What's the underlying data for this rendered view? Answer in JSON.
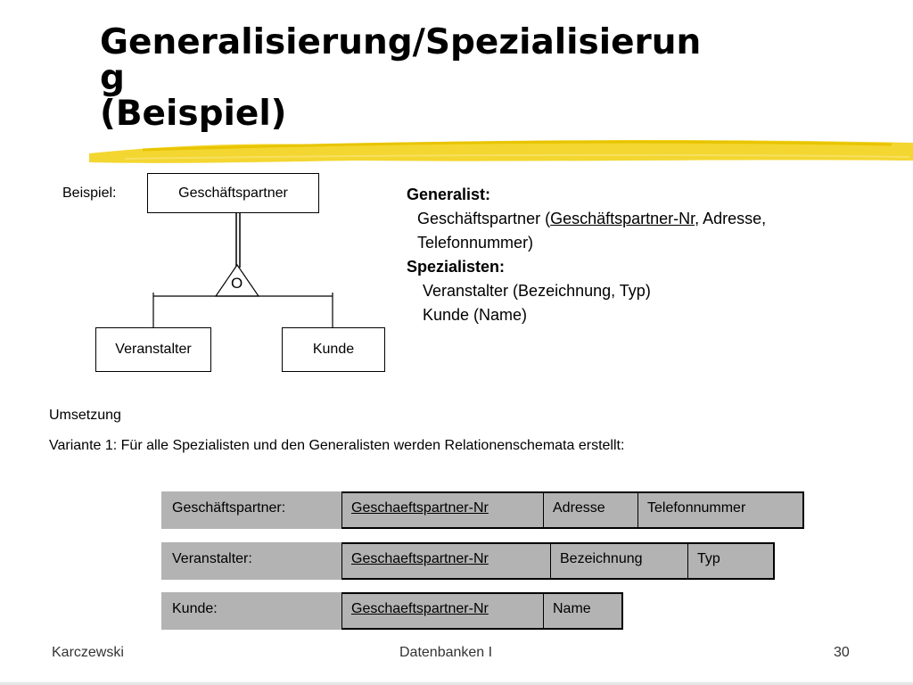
{
  "slide": {
    "title_line1": "Generalisierung/Spezialisierun",
    "title_line2": "g",
    "title_line3": "(Beispiel)",
    "colors": {
      "highlight": "#f2d21a",
      "table_fill": "#b3b3b3"
    }
  },
  "diagram": {
    "label": "Beispiel:",
    "generalist_entity": "Geschäftspartner",
    "isa_symbol": "O",
    "specialist_left": "Veranstalter",
    "specialist_right": "Kunde"
  },
  "description": {
    "generalist_heading": "Generalist:",
    "generalist_name": "Geschäftspartner (",
    "generalist_key": "Geschäftspartner-Nr",
    "generalist_rest": ", Adresse,",
    "generalist_line2": "Telefonnummer)",
    "specialists_heading": "Spezialisten:",
    "specialist1": "Veranstalter (Bezeichnung, Typ)",
    "specialist2": "Kunde (Name)"
  },
  "implementation": {
    "heading": "Umsetzung",
    "variant_text": "Variante 1:  Für alle Spezialisten und den Generalisten werden Relationenschemata erstellt:"
  },
  "relations": [
    {
      "name": "Geschäftspartner:",
      "attributes": [
        "Geschaeftspartner-Nr",
        "Adresse",
        "Telefonnummer"
      ]
    },
    {
      "name": "Veranstalter:",
      "attributes": [
        "Geschaeftspartner-Nr",
        "Bezeichnung",
        "Typ"
      ]
    },
    {
      "name": "Kunde:",
      "attributes": [
        "Geschaeftspartner-Nr",
        "Name"
      ]
    }
  ],
  "footer": {
    "author": "Karczewski",
    "course": "Datenbanken I",
    "page": "30"
  }
}
